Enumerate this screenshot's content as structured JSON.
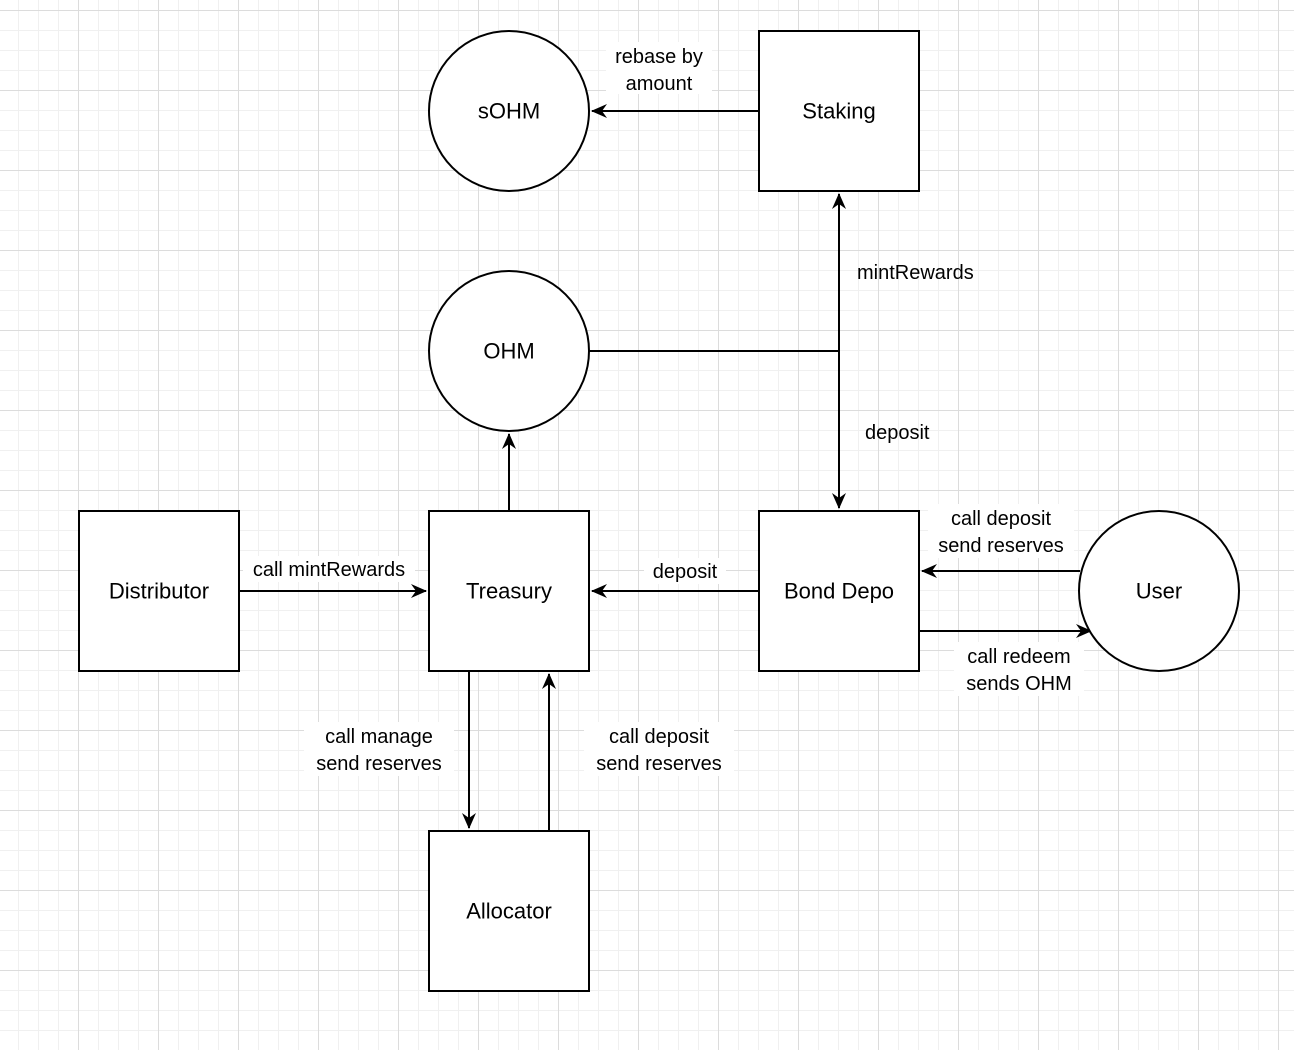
{
  "nodes": {
    "sohm": "sOHM",
    "staking": "Staking",
    "ohm": "OHM",
    "distributor": "Distributor",
    "treasury": "Treasury",
    "bond_depo": "Bond Depo",
    "user": "User",
    "allocator": "Allocator"
  },
  "edges": {
    "staking_to_sohm": [
      "rebase by",
      "amount"
    ],
    "mint_rewards": "mintRewards",
    "ohm_deposit": "deposit",
    "distributor_to_treasury": "call mintRewards",
    "bond_depo_to_treasury": "deposit",
    "user_to_bond_depo": [
      "call deposit",
      "send reserves"
    ],
    "bond_depo_to_user": [
      "call redeem",
      "sends OHM"
    ],
    "treasury_to_allocator": [
      "call manage",
      "send reserves"
    ],
    "allocator_to_treasury": [
      "call deposit",
      "send reserves"
    ]
  }
}
